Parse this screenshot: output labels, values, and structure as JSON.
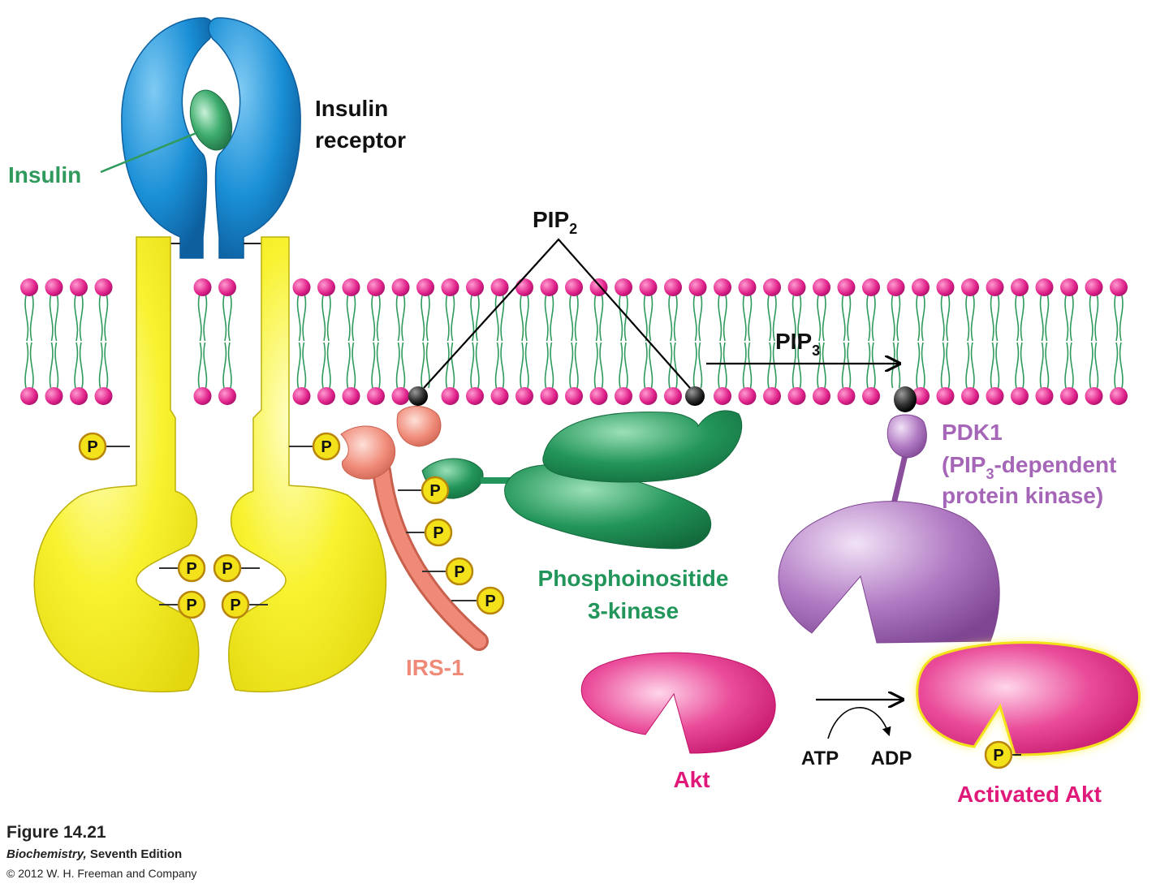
{
  "labels": {
    "insulin": "Insulin",
    "insulin_receptor_line1": "Insulin",
    "insulin_receptor_line2": "receptor",
    "pip2_main": "PIP",
    "pip2_sub": "2",
    "pip3_main": "PIP",
    "pip3_sub": "3",
    "pdk1_line1": "PDK1",
    "pdk1_line2_pre": "(PIP",
    "pdk1_line2_sub": "3",
    "pdk1_line2_post": "-dependent",
    "pdk1_line3": "protein kinase)",
    "pi3k_line1": "Phosphoinositide",
    "pi3k_line2": "3-kinase",
    "irs1": "IRS-1",
    "akt": "Akt",
    "activated_akt": "Activated Akt",
    "atp": "ATP",
    "adp": "ADP",
    "phosphate": "P"
  },
  "caption": {
    "figure": "Figure 14.21",
    "book_title": "Biochemistry,",
    "book_edition": " Seventh Edition",
    "copyright": "© 2012 W. H. Freeman and Company"
  },
  "colors": {
    "receptor_blue": "#1a8fd6",
    "receptor_yellow": "#f5ee1e",
    "insulin_green": "#2f9a5c",
    "lipid_head": "#e0218a",
    "pi3k_green": "#22955a",
    "irs1_salmon": "#f08a78",
    "pdk1_purple": "#a566b8",
    "akt_magenta": "#e0187a",
    "phosphate_yellow": "#f3e21a"
  }
}
